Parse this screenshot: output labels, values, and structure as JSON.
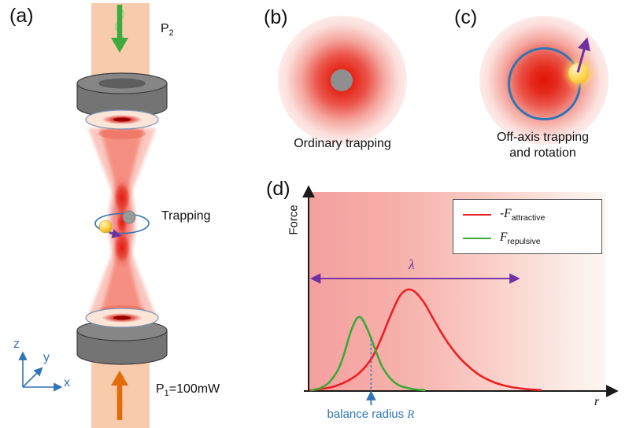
{
  "figure": {
    "panel_a": {
      "label": "(a)",
      "pump_top": {
        "base": "P",
        "sub": "2",
        "suffix": ""
      },
      "pump_bottom": {
        "base": "P",
        "sub": "1",
        "suffix": "=100mW"
      },
      "trapping_label": "Trapping",
      "axes": {
        "z": "z",
        "y": "y",
        "x": "x"
      }
    },
    "panel_b": {
      "label": "(b)",
      "caption": "Ordinary trapping"
    },
    "panel_c": {
      "label": "(c)",
      "caption_line1": "Off-axis trapping",
      "caption_line2": "and rotation"
    },
    "panel_d": {
      "label": "(d)",
      "y_axis_label": "Force",
      "x_axis_label": "r",
      "lambda_symbol": "λ",
      "balance_text": "balance radius ",
      "balance_symbol": "R",
      "legend": {
        "attractive": {
          "prefix": "-",
          "symbol": "F",
          "sub": "attractive"
        },
        "repulsive": {
          "prefix": "",
          "symbol": "F",
          "sub": "repulsive"
        }
      }
    }
  },
  "colors": {
    "attractive_curve": "#ed2024",
    "repulsive_curve": "#3aaa35",
    "lambda_purple": "#7030a0",
    "accent_blue": "#2e75b6",
    "pump_green": "#3daa3d",
    "pump_orange": "#e26b0a",
    "beam_band_peach": "#f8cbad",
    "plot_pink_left": "#f49f9f",
    "plot_pink_right": "#fdf6f3"
  },
  "chart_data": {
    "type": "line",
    "title": "Schematic balance of optical forces vs radial distance (no numeric scale shown)",
    "xlabel": "r",
    "ylabel": "Force",
    "grid": false,
    "legend_position": "top-right",
    "x_range": [
      0,
      1
    ],
    "y_range": [
      0,
      1
    ],
    "series": [
      {
        "name": "-F_attractive",
        "color": "#ed2024",
        "points": [
          [
            0.005,
            0.004
          ],
          [
            0.05,
            0.012
          ],
          [
            0.09,
            0.025
          ],
          [
            0.13,
            0.05
          ],
          [
            0.17,
            0.09
          ],
          [
            0.21,
            0.16
          ],
          [
            0.24,
            0.25
          ],
          [
            0.27,
            0.36
          ],
          [
            0.3,
            0.46
          ],
          [
            0.32,
            0.5
          ],
          [
            0.34,
            0.51
          ],
          [
            0.36,
            0.495
          ],
          [
            0.39,
            0.44
          ],
          [
            0.42,
            0.36
          ],
          [
            0.46,
            0.26
          ],
          [
            0.5,
            0.18
          ],
          [
            0.54,
            0.12
          ],
          [
            0.58,
            0.075
          ],
          [
            0.63,
            0.04
          ],
          [
            0.68,
            0.02
          ],
          [
            0.73,
            0.01
          ],
          [
            0.78,
            0.005
          ]
        ]
      },
      {
        "name": "F_repulsive",
        "color": "#3aaa35",
        "points": [
          [
            0.01,
            0.004
          ],
          [
            0.04,
            0.015
          ],
          [
            0.07,
            0.045
          ],
          [
            0.1,
            0.11
          ],
          [
            0.12,
            0.19
          ],
          [
            0.14,
            0.29
          ],
          [
            0.16,
            0.36
          ],
          [
            0.175,
            0.37
          ],
          [
            0.19,
            0.335
          ],
          [
            0.21,
            0.265
          ],
          [
            0.23,
            0.185
          ],
          [
            0.25,
            0.115
          ],
          [
            0.28,
            0.055
          ],
          [
            0.31,
            0.025
          ],
          [
            0.35,
            0.01
          ],
          [
            0.39,
            0.004
          ]
        ]
      }
    ],
    "annotations": [
      {
        "type": "hspan_arrow",
        "label": "λ",
        "x_from": 0.005,
        "x_to": 0.7,
        "y": 0.565,
        "color": "#7030a0"
      },
      {
        "type": "vline",
        "label": "balance radius R",
        "x": 0.21,
        "y_top": 0.26,
        "style": "dotted",
        "color": "#2e75b6"
      }
    ]
  }
}
